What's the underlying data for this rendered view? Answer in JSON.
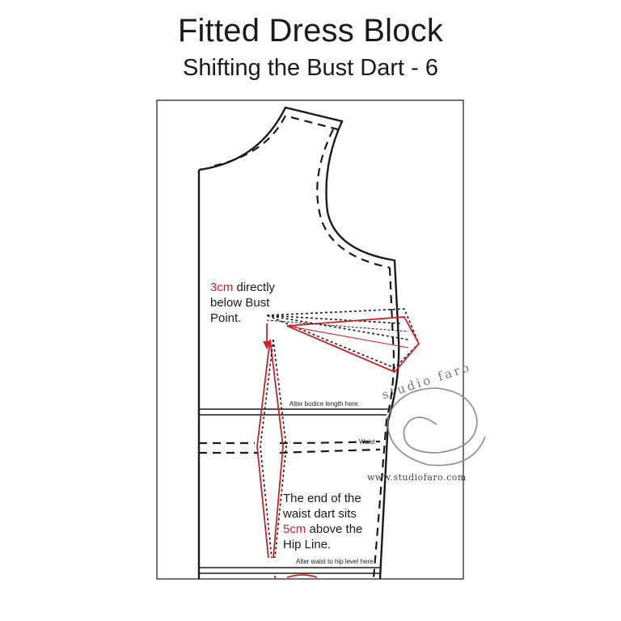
{
  "title": "Fitted Dress Block",
  "subtitle": "Shifting the Bust Dart - 6",
  "notes": {
    "bust": {
      "highlight": "3cm",
      "line1_rest": " directly",
      "line2": "below Bust",
      "line3": "Point."
    },
    "waist_dart": {
      "line1": "The end of the",
      "line2": "waist dart sits",
      "line3_highlight": "5cm",
      "line3_rest": " above the",
      "line4": "Hip Line."
    }
  },
  "labels": {
    "alter_bodice": "Alter bodice length here.",
    "waist": "Waist",
    "alter_waist_hip": "Alter waist to hip level here."
  },
  "watermark": {
    "brand": "studio faro",
    "url": "www.studiofaro.com"
  },
  "colors": {
    "accent": "#d11f26",
    "line": "#1a1a1a"
  }
}
